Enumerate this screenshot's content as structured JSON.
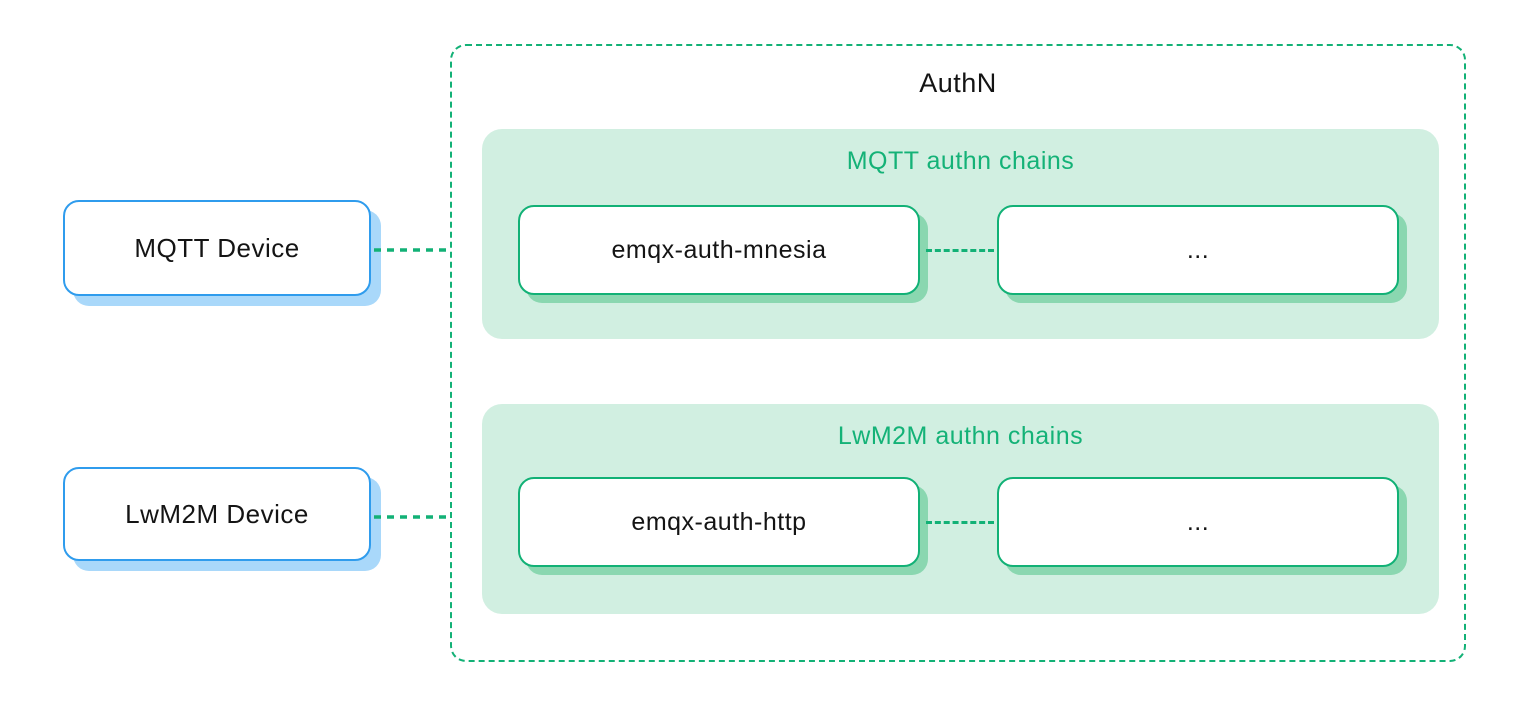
{
  "container": {
    "title": "AuthN"
  },
  "devices": [
    {
      "label": "MQTT Device"
    },
    {
      "label": "LwM2M Device"
    }
  ],
  "chains": [
    {
      "title": "MQTT authn chains",
      "boxes": [
        "emqx-auth-mnesia",
        "..."
      ]
    },
    {
      "title": "LwM2M authn chains",
      "boxes": [
        "emqx-auth-http",
        "..."
      ]
    }
  ],
  "colors": {
    "green_line": "#12b176",
    "green_panel_bg": "#d1efe1",
    "green_shadow": "#8ad7b0",
    "green_title_text": "#14b277",
    "blue_border": "#2f9ced",
    "blue_shadow": "#a9d8fa",
    "text": "#141414",
    "background": "#ffffff"
  }
}
